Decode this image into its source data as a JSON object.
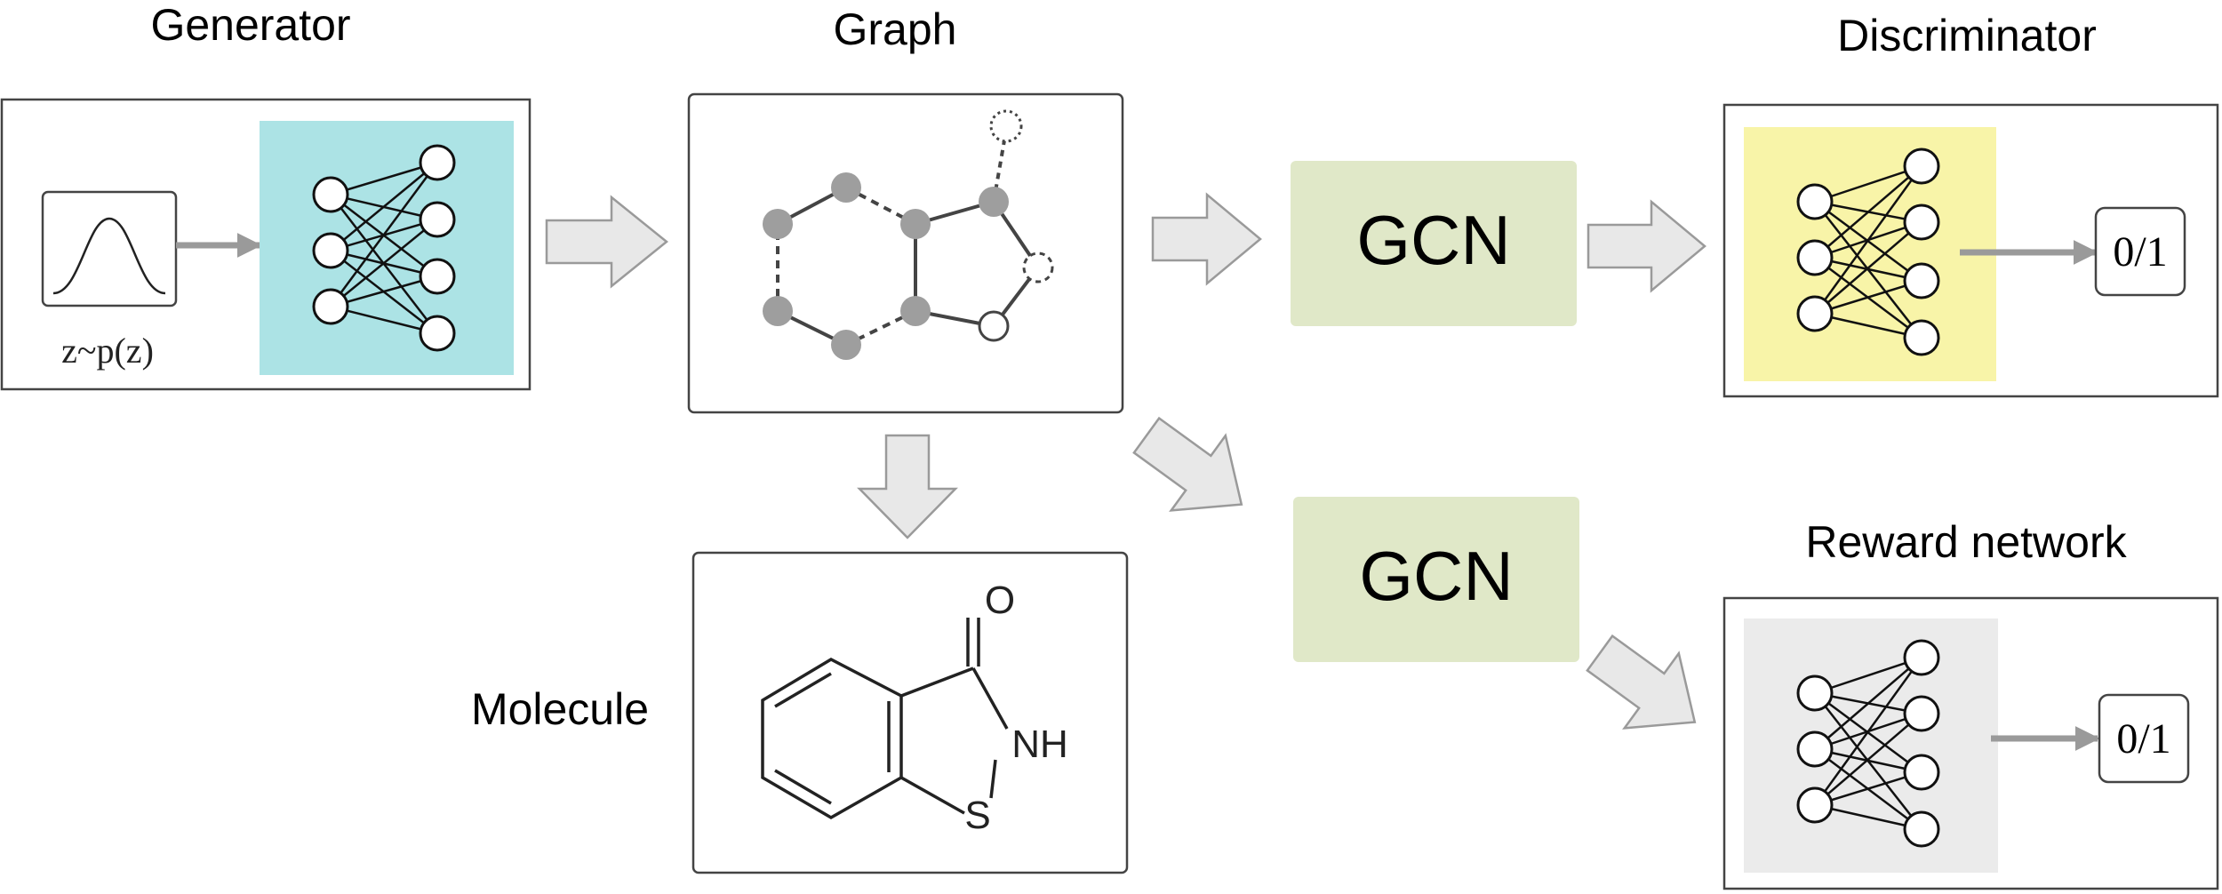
{
  "titles": {
    "generator": "Generator",
    "graph": "Graph",
    "discriminator": "Discriminator",
    "reward": "Reward network",
    "molecule": "Molecule"
  },
  "generator": {
    "distribution_label": "z~p(z)"
  },
  "gcn": {
    "top": "GCN",
    "bottom": "GCN"
  },
  "outputs": {
    "discriminator": "0/1",
    "reward": "0/1"
  },
  "molecule_atoms": {
    "oxygen": "O",
    "nitrogen": "NH",
    "sulfur": "S"
  },
  "colors": {
    "generator_net_bg": "#ace3e5",
    "discriminator_net_bg": "#f8f4a8",
    "reward_net_bg": "#ebebeb",
    "gcn_bg": "#e0e8c8",
    "block_arrow_fill": "#e8e8e8",
    "block_arrow_stroke": "#9a9a9a",
    "graph_node": "#9e9e9e"
  }
}
